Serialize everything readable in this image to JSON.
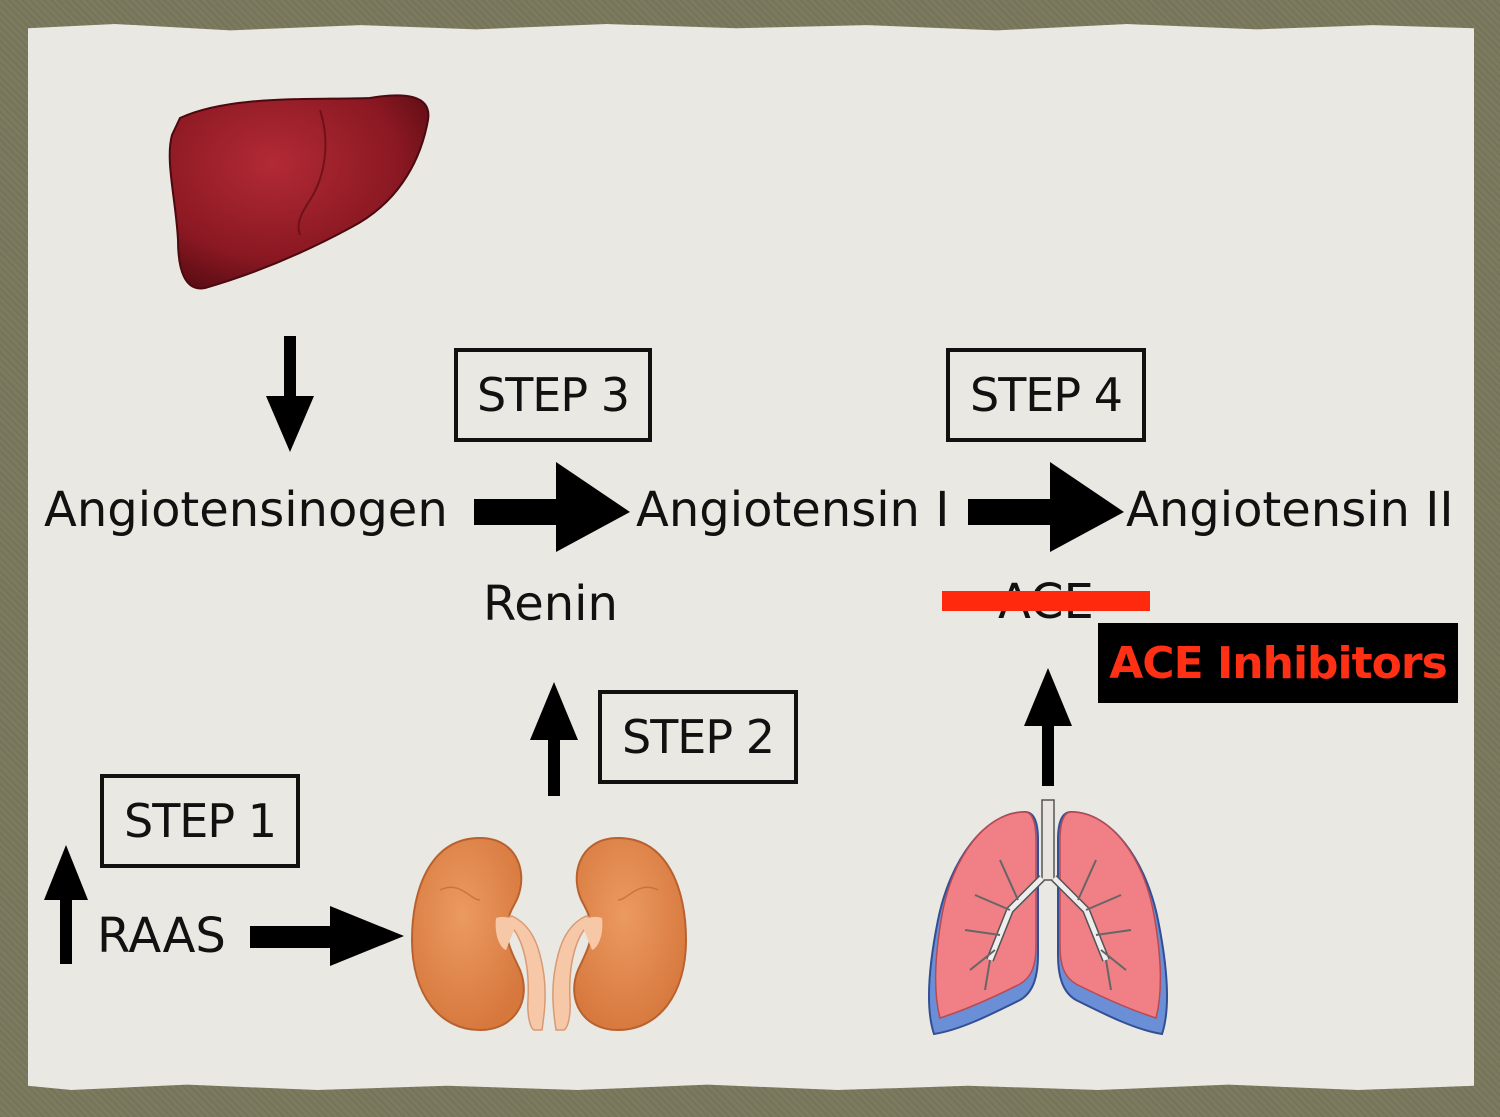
{
  "molecules": {
    "angiotensinogen": "Angiotensinogen",
    "angiotensin_i": "Angiotensin I",
    "angiotensin_ii": "Angiotensin II"
  },
  "enzymes": {
    "renin": "Renin",
    "ace": "ACE"
  },
  "steps": {
    "step1": "STEP 1",
    "step2": "STEP 2",
    "step3": "STEP 3",
    "step4": "STEP 4"
  },
  "raas": "RAAS",
  "inhibitor": "ACE Inhibitors",
  "icons": [
    "liver-icon",
    "kidneys-icon",
    "lungs-icon"
  ],
  "colors": {
    "liver": "#8e1a24",
    "kidney": "#e2894f",
    "lung": "#f07f86",
    "strike": "#ff2a0e",
    "inhibitor_text": "#ff3014"
  }
}
